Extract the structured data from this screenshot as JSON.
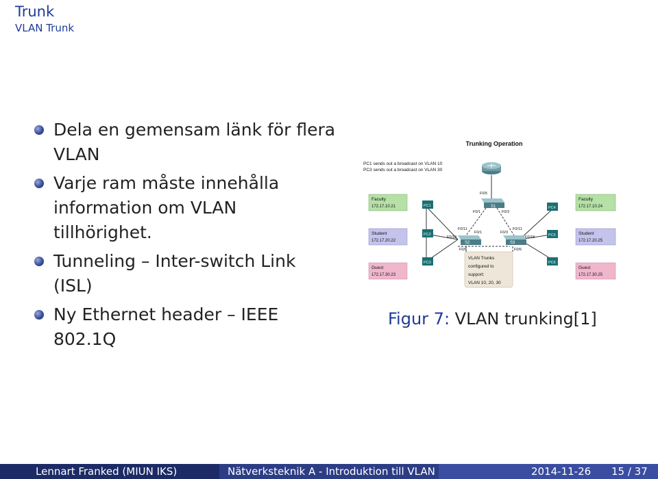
{
  "header": {
    "title": "Trunk",
    "subtitle": "VLAN Trunk"
  },
  "bullets": [
    "Dela en gemensam länk för flera VLAN",
    "Varje ram måste innehålla information om VLAN tillhörighet.",
    "Tunneling – Inter-switch Link (ISL)",
    "Ny Ethernet header – IEEE 802.1Q"
  ],
  "figure": {
    "title": "Trunking Operation",
    "note_line1": "PC1 sends out a broadcast on VLAN 10",
    "note_line2": "PC3 sends out a broadcast on VLAN 30",
    "left_hosts": [
      {
        "group": "Faculty",
        "ip": "172.17.10.21",
        "pc": "PC1"
      },
      {
        "group": "Student",
        "ip": "172.17.20.22",
        "pc": "PC2"
      },
      {
        "group": "Guest",
        "ip": "172.17.30.23",
        "pc": "PC3"
      }
    ],
    "right_hosts": [
      {
        "group": "Faculty",
        "ip": "172.17.10.24",
        "pc": "PC4"
      },
      {
        "group": "Student",
        "ip": "172.17.20.25",
        "pc": "PC5"
      },
      {
        "group": "Guest",
        "ip": "172.17.30.25",
        "pc": "PC6"
      }
    ],
    "switches": {
      "s1": "S1",
      "s2": "S2",
      "s3": "S3"
    },
    "ports": {
      "s1_top": "F0/5",
      "s1_left": "F0/1",
      "s1_right": "F0/3",
      "s2_up1": "F0/11",
      "s2_up2": "F0/1",
      "s2_left": "F0/18",
      "s2_down": "F0/6",
      "s3_up1": "F0/11",
      "s3_up2": "F0/3",
      "s3_right": "F0/18",
      "s3_down": "F0/6"
    },
    "trunk_box": [
      "VLAN Trunks",
      "configured to",
      "support:",
      "VLAN 10, 20, 30"
    ],
    "colors": {
      "faculty": "#b5e0a6",
      "student": "#c3c3ec",
      "guest": "#efb6cc",
      "pc": "#1e6e74"
    }
  },
  "caption": {
    "label": "Figur 7:",
    "text": "VLAN trunking[1]"
  },
  "footer": {
    "author": "Lennart Franked (MIUN IKS)",
    "course": "Nätverksteknik A - Introduktion till VLAN",
    "date": "2014-11-26",
    "page": "15 / 37"
  }
}
